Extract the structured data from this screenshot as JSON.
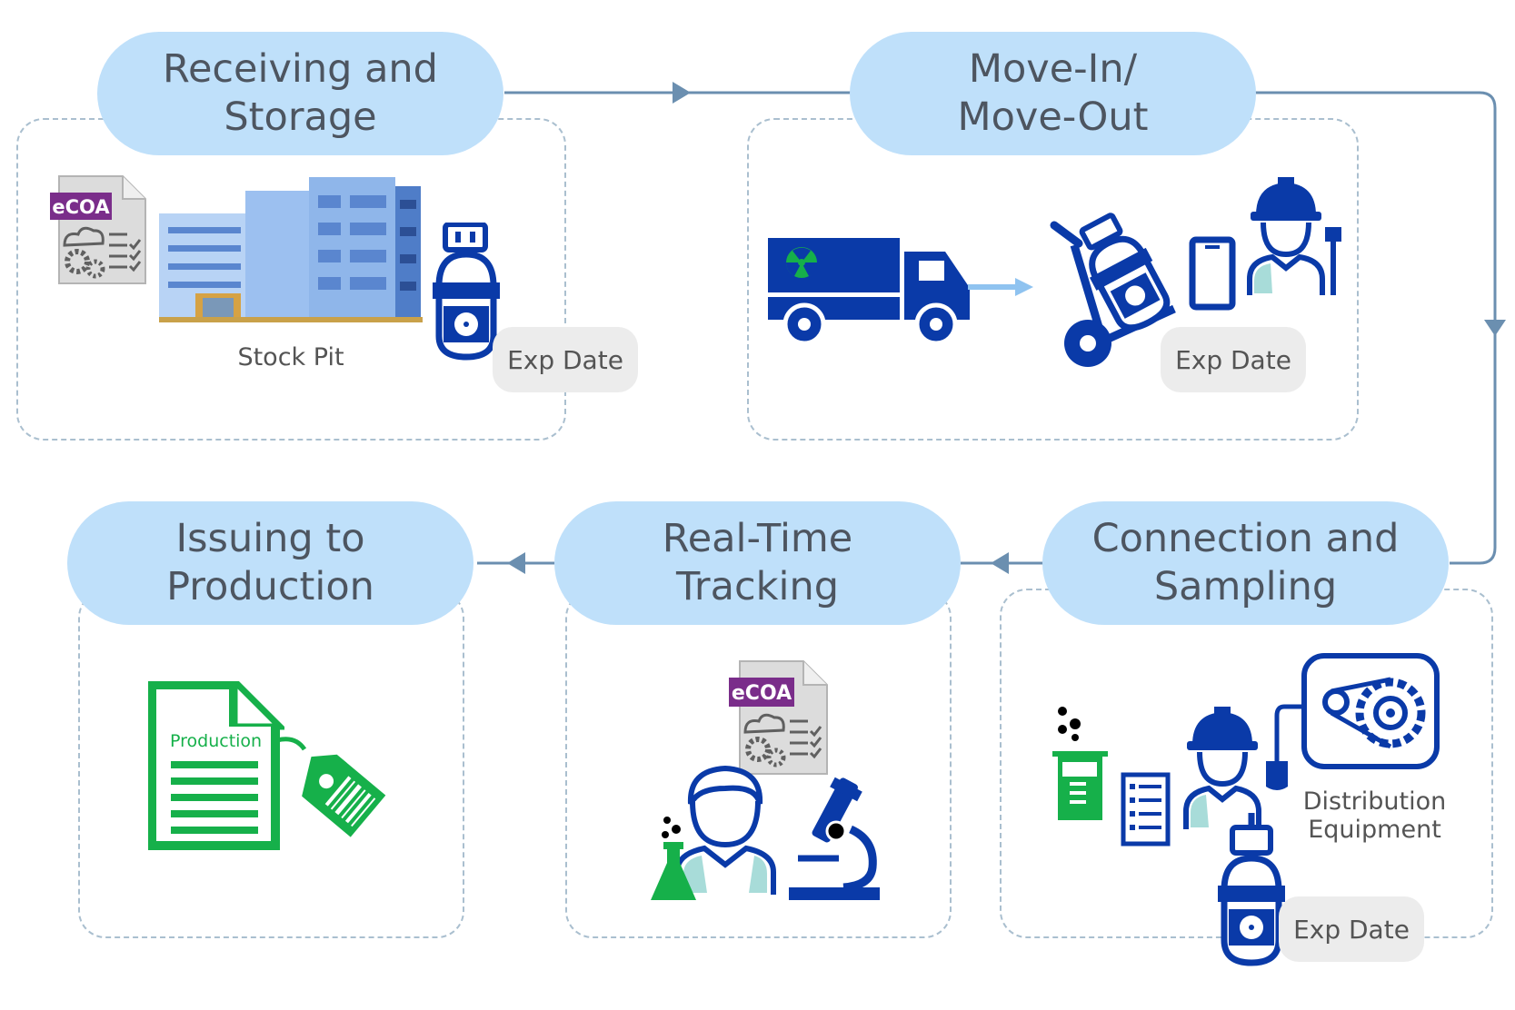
{
  "steps": [
    {
      "title": "Receiving and\nStorage"
    },
    {
      "title": "Move-In/\nMove-Out"
    },
    {
      "title": "Connection and\nSampling"
    },
    {
      "title": "Real-Time\nTracking"
    },
    {
      "title": "Issuing to\nProduction"
    }
  ],
  "labels": {
    "stock_pit": "Stock Pit",
    "exp_date": "Exp Date",
    "ecoa": "eCOA",
    "production": "Production",
    "distribution_equipment": "Distribution\nEquipment"
  },
  "colors": {
    "pill": "#bfe0fa",
    "navy": "#0a3aa8",
    "green": "#16b04a",
    "purple": "#7a2d8a",
    "connector": "#6b8fb0",
    "dashed_border": "#aabfcf"
  },
  "icons": [
    "ecoa-document-icon",
    "office-building-icon",
    "gas-cylinder-icon",
    "delivery-truck-icon",
    "hand-truck-icon",
    "tablet-icon",
    "worker-icon",
    "beaker-icon",
    "clipboard-icon",
    "distribution-equipment-icon",
    "scientist-icon",
    "microscope-icon",
    "flask-icon",
    "production-document-icon",
    "barcode-tag-icon"
  ]
}
